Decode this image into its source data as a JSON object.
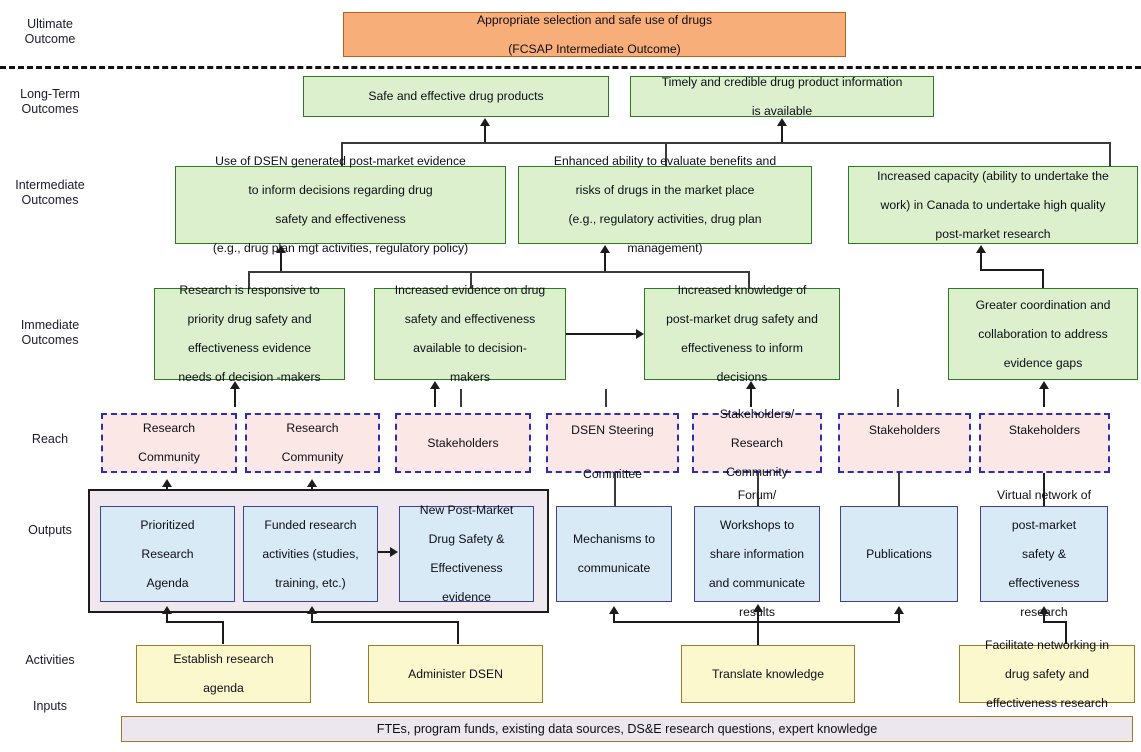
{
  "diagram": {
    "title": "DSEN Logic Model",
    "row_labels": [
      {
        "key": "ultimate",
        "text": "Ultimate\nOutcome"
      },
      {
        "key": "longterm",
        "text": "Long-Term\nOutcomes"
      },
      {
        "key": "intermediate",
        "text": "Intermediate\nOutcomes"
      },
      {
        "key": "immediate",
        "text": "Immediate\nOutcomes"
      },
      {
        "key": "reach",
        "text": "Reach"
      },
      {
        "key": "outputs",
        "text": "Outputs"
      },
      {
        "key": "activities",
        "text": "Activities"
      },
      {
        "key": "inputs",
        "text": "Inputs"
      }
    ],
    "labels": {
      "ultimate_l1": "Ultimate",
      "ultimate_l2": "Outcome",
      "longterm_l1": "Long-Term",
      "longterm_l2": "Outcomes",
      "intermediate_l1": "Intermediate",
      "intermediate_l2": "Outcomes",
      "immediate_l1": "Immediate",
      "immediate_l2": "Outcomes",
      "reach": "Reach",
      "outputs": "Outputs",
      "activities": "Activities",
      "inputs": "Inputs"
    },
    "ultimate": {
      "line1": "Appropriate selection and safe use of drugs",
      "line2": "(FCSAP Intermediate Outcome)"
    },
    "long_term": [
      {
        "id": "lt1",
        "text": "Safe and effective drug products"
      },
      {
        "id": "lt2",
        "line1": "Timely and credible drug product information",
        "line2": "is available"
      }
    ],
    "intermediate": [
      {
        "id": "im1",
        "line1": "Use of DSEN generated post-market evidence",
        "line2": "to inform decisions regarding drug",
        "line3": "safety and effectiveness",
        "line4": "(e.g., drug plan mgt activities, regulatory policy)"
      },
      {
        "id": "im2",
        "line1": "Enhanced ability to evaluate benefits and",
        "line2": "risks of drugs in the market place",
        "line3": "(e.g., regulatory activities, drug plan",
        "line4": "management)"
      },
      {
        "id": "im3",
        "line1": "Increased capacity (ability to undertake the",
        "line2": "work) in Canada to undertake high quality",
        "line3": "post-market research",
        "line4": ""
      }
    ],
    "immediate": [
      {
        "id": "io1",
        "line1": "Research is responsive to",
        "line2": "priority drug safety and",
        "line3": "effectiveness evidence",
        "line4": "needs of decision  -makers"
      },
      {
        "id": "io2",
        "line1": "Increased evidence on drug",
        "line2": "safety and effectiveness",
        "line3": "available to decision-",
        "line4": "makers"
      },
      {
        "id": "io3",
        "line1": "Increased knowledge of",
        "line2": "post-market drug safety and",
        "line3": "effectiveness to inform",
        "line4": "decisions"
      },
      {
        "id": "io4",
        "line1": "Greater coordination and",
        "line2": "collaboration to address",
        "line3": "evidence gaps",
        "line4": ""
      }
    ],
    "reach": [
      {
        "id": "r1",
        "line1": "Research",
        "line2": "Community",
        "line3": ""
      },
      {
        "id": "r2",
        "line1": "Research",
        "line2": "Community",
        "line3": ""
      },
      {
        "id": "r3",
        "line1": "Stakeholders",
        "line2": "",
        "line3": ""
      },
      {
        "id": "r4",
        "line1": "DSEN Steering",
        "line2": "",
        "line3": "Committee"
      },
      {
        "id": "r5",
        "line1": "Stakeholders/",
        "line2": "Research",
        "line3": "Community"
      },
      {
        "id": "r6",
        "line1": "Stakeholders",
        "line2": "",
        "line3": ""
      },
      {
        "id": "r7",
        "line1": "Stakeholders",
        "line2": "",
        "line3": ""
      }
    ],
    "outputs": [
      {
        "id": "o1",
        "line1": "Prioritized",
        "line2": "Research",
        "line3": "Agenda",
        "line4": "",
        "line5": ""
      },
      {
        "id": "o2",
        "line1": "Funded research",
        "line2": "activities (studies,",
        "line3": "training, etc.)",
        "line4": "",
        "line5": ""
      },
      {
        "id": "o3",
        "line1": "New Post-Market",
        "line2": "Drug Safety &",
        "line3": "Effectiveness",
        "line4": "evidence",
        "line5": ""
      },
      {
        "id": "o4",
        "line1": "Mechanisms to",
        "line2": "communicate",
        "line3": "",
        "line4": "",
        "line5": ""
      },
      {
        "id": "o5",
        "line1": "Forum/",
        "line2": "Workshops to",
        "line3": "share information",
        "line4": "and communicate",
        "line5": "results"
      },
      {
        "id": "o6",
        "line1": "Publications",
        "line2": "",
        "line3": "",
        "line4": "",
        "line5": ""
      },
      {
        "id": "o7",
        "line1": "Virtual network of",
        "line2": "post-market",
        "line3": "safety &",
        "line4": "effectiveness",
        "line5": "research"
      }
    ],
    "activities": [
      {
        "id": "a1",
        "line1": "Establish research",
        "line2": "agenda",
        "line3": ""
      },
      {
        "id": "a2",
        "line1": "Administer DSEN",
        "line2": "",
        "line3": ""
      },
      {
        "id": "a3",
        "line1": "Translate knowledge",
        "line2": "",
        "line3": ""
      },
      {
        "id": "a4",
        "line1": "Facilitate networking in",
        "line2": "drug safety and",
        "line3": "effectiveness research"
      }
    ],
    "inputs": {
      "text": "FTEs, program funds, existing data sources, DS&E research questions, expert knowledge"
    },
    "colors": {
      "ultimate_fill": "#f8ae79",
      "ultimate_stroke": "#b2651f",
      "outcome_fill": "#ddf0cd",
      "outcome_stroke": "#2d7a24",
      "reach_fill": "#fbe8e6",
      "reach_stroke": "#2b2fb0",
      "output_fill": "#d8eaf6",
      "output_stroke": "#41418f",
      "activity_fill": "#fbf8cd",
      "activity_stroke": "#9a7a2a",
      "inputs_fill": "#ece6ee",
      "group_stroke": "#1b1b1b",
      "connector": "#1b1b1b"
    }
  }
}
